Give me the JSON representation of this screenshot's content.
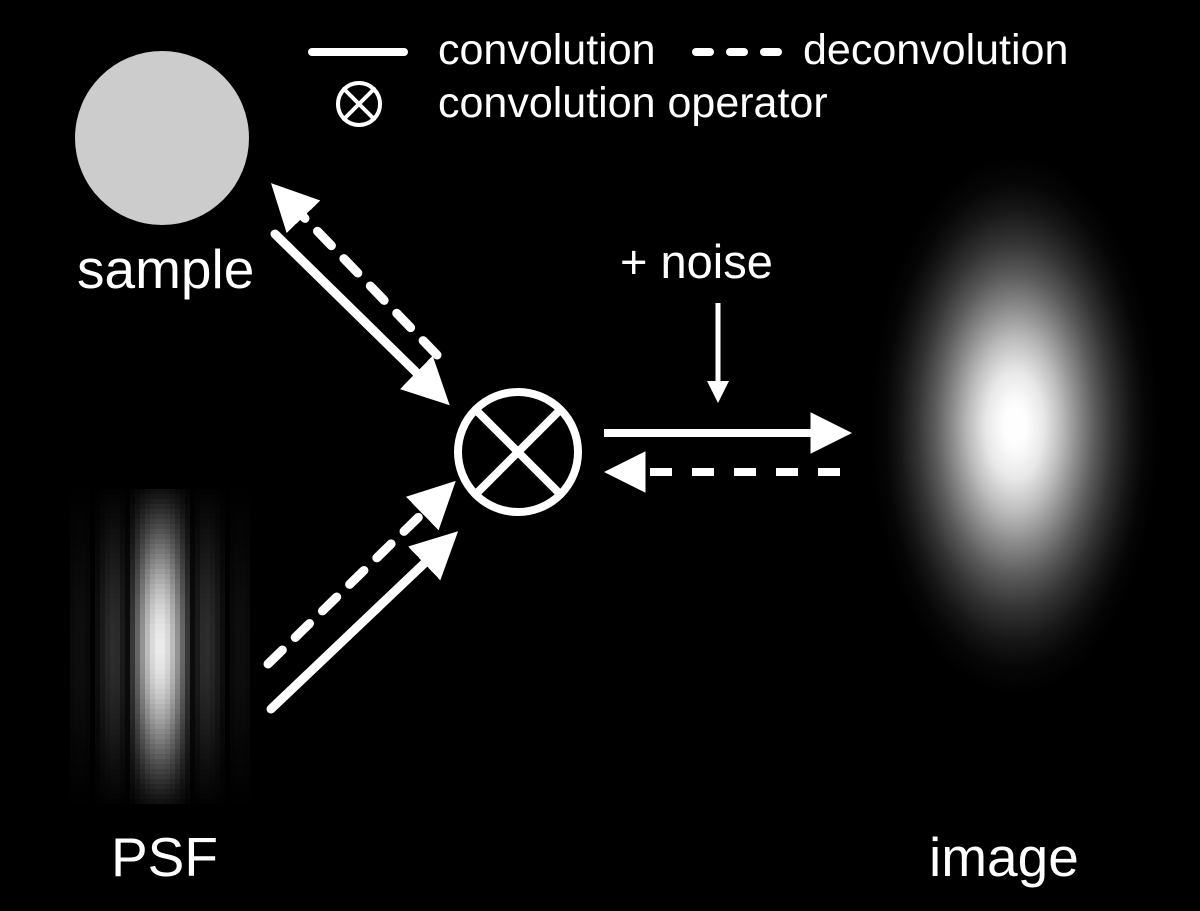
{
  "figure": {
    "background_color": "#000000",
    "foreground_color": "#ffffff",
    "sample_color": "#cccccc",
    "title": ""
  },
  "legend": {
    "entries": [
      {
        "id": "convolution",
        "symbol": "solid-line",
        "label": "convolution"
      },
      {
        "id": "deconvolution",
        "symbol": "dashed-line",
        "label": "deconvolution"
      },
      {
        "id": "convolution-operator",
        "symbol": "circled-times",
        "label": "convolution operator"
      }
    ]
  },
  "nodes": {
    "sample": {
      "label": "sample",
      "shape": "filled-circle",
      "color": "#cccccc"
    },
    "psf": {
      "label": "PSF",
      "shape": "raster-image"
    },
    "image": {
      "label": "image",
      "shape": "raster-image"
    },
    "operator": {
      "label": "",
      "symbol": "circled-times"
    }
  },
  "annotations": {
    "noise": "+ noise"
  },
  "edges": [
    {
      "id": "sample-to-operator",
      "style": "solid",
      "label": "convolution",
      "from": "sample",
      "to": "operator"
    },
    {
      "id": "operator-to-sample",
      "style": "dashed",
      "label": "deconvolution",
      "from": "operator",
      "to": "sample"
    },
    {
      "id": "psf-to-operator-solid",
      "style": "solid",
      "label": "convolution",
      "from": "psf",
      "to": "operator"
    },
    {
      "id": "psf-to-operator-dashed",
      "style": "dashed",
      "label": "deconvolution",
      "from": "psf",
      "to": "operator"
    },
    {
      "id": "operator-to-image",
      "style": "solid",
      "label": "convolution",
      "from": "operator",
      "to": "image"
    },
    {
      "id": "image-to-operator",
      "style": "dashed",
      "label": "deconvolution",
      "from": "image",
      "to": "operator"
    },
    {
      "id": "noise-to-path",
      "style": "solid-thin",
      "label": "+ noise",
      "from": "noise",
      "to": "operator-to-image"
    }
  ]
}
